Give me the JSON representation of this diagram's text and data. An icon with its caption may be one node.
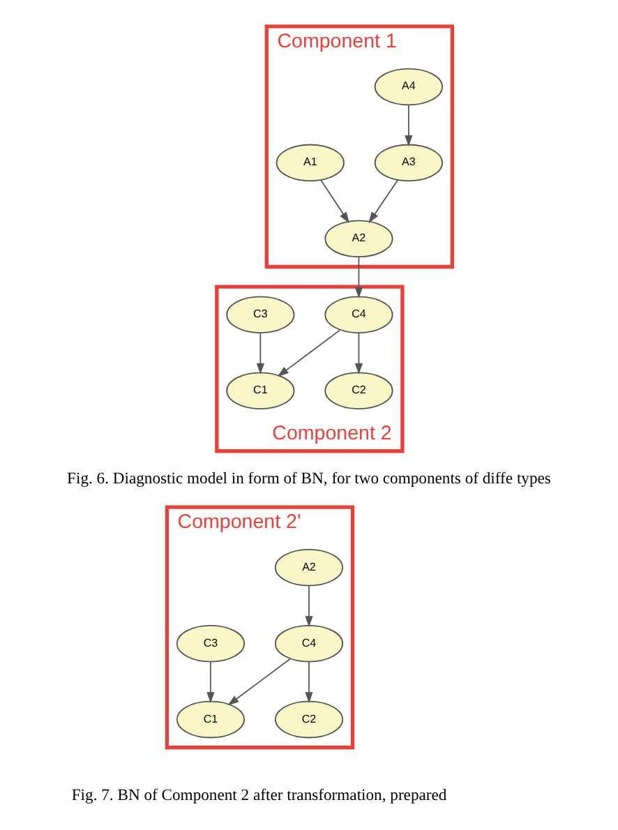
{
  "diagram": {
    "nodes": [
      {
        "text": [
          "Component 1"
        ]
      },
      {
        "text": [
          "A1"
        ],
        "in": 0
      },
      {
        "text": [
          "A4"
        ],
        "in": 0
      },
      {
        "text": [
          "A3"
        ],
        "in": 0
      },
      {
        "text": [
          "A2"
        ],
        "in": 0
      },
      {
        "text": [
          "Component 2"
        ]
      },
      {
        "text": [
          "C3"
        ],
        "in": 5
      },
      {
        "text": [
          "C4"
        ],
        "in": 5
      },
      {
        "text": [
          "C1"
        ],
        "in": 5
      },
      {
        "text": [
          "C2"
        ],
        "in": 5
      },
      {
        "text": [
          "Component 2'"
        ]
      },
      {
        "text": [
          "A2"
        ],
        "in": 10
      },
      {
        "text": [
          "C3"
        ],
        "in": 10
      },
      {
        "text": [
          "C4"
        ],
        "in": 10
      },
      {
        "text": [
          "C1"
        ],
        "in": 10
      },
      {
        "text": [
          "C2"
        ],
        "in": 10
      }
    ],
    "edges": [
      {
        "from": 1,
        "to": 4,
        "arrow": "to"
      },
      {
        "from": 2,
        "to": 3,
        "arrow": "to"
      },
      {
        "from": 3,
        "to": 4,
        "arrow": "to"
      },
      {
        "from": 4,
        "to": 7,
        "arrow": "to"
      },
      {
        "from": 6,
        "to": 8,
        "arrow": "to"
      },
      {
        "from": 7,
        "to": 8,
        "arrow": "to"
      },
      {
        "from": 7,
        "to": 9,
        "arrow": "to"
      },
      {
        "from": 11,
        "to": 13,
        "arrow": "to"
      },
      {
        "from": 12,
        "to": 14,
        "arrow": "to"
      },
      {
        "from": 13,
        "to": 14,
        "arrow": "to"
      },
      {
        "from": 13,
        "to": 15,
        "arrow": "to"
      }
    ],
    "labels": [
      "Fig. 6. Diagnostic model in form of BN, for two components of diffe types",
      "Fig. 7. BN of Component 2 after transformation, prepared"
    ]
  }
}
